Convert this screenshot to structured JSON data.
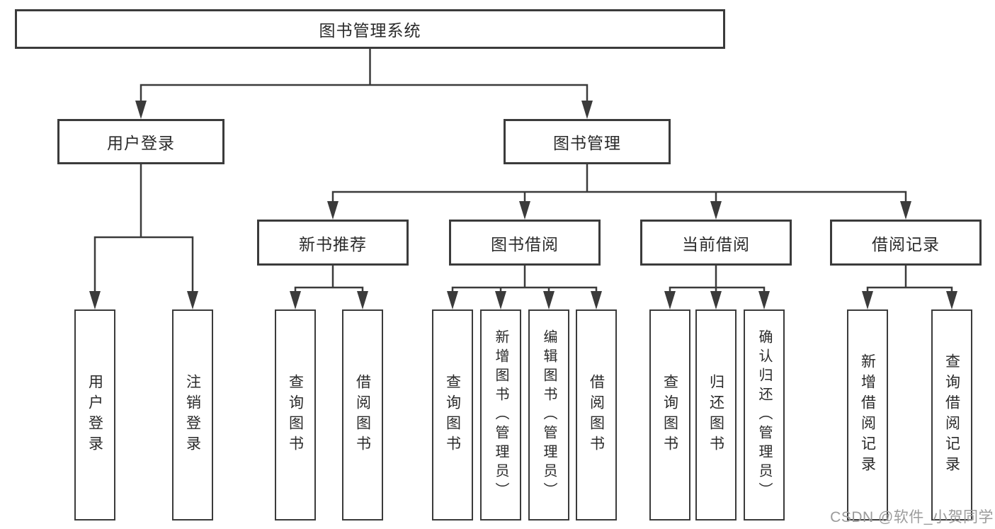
{
  "tree": {
    "label": "图书管理系统",
    "children": [
      {
        "label": "用户登录",
        "children": [
          {
            "label": "用户登录"
          },
          {
            "label": "注销登录"
          }
        ]
      },
      {
        "label": "图书管理",
        "children": [
          {
            "label": "新书推荐",
            "children": [
              {
                "label": "查询图书"
              },
              {
                "label": "借阅图书"
              }
            ]
          },
          {
            "label": "图书借阅",
            "children": [
              {
                "label": "查询图书"
              },
              {
                "label": "新增图书（管理员）"
              },
              {
                "label": "编辑图书（管理员）"
              },
              {
                "label": "借阅图书"
              }
            ]
          },
          {
            "label": "当前借阅",
            "children": [
              {
                "label": "查询图书"
              },
              {
                "label": "归还图书"
              },
              {
                "label": "确认归还（管理员）"
              }
            ]
          },
          {
            "label": "借阅记录",
            "children": [
              {
                "label": "新增借阅记录"
              },
              {
                "label": "查询借阅记录"
              }
            ]
          }
        ]
      }
    ]
  },
  "watermark": "CSDN @软件_小贺同学",
  "colors": {
    "line": "#3b3b3b",
    "text": "#2a2a2a",
    "background": "#ffffff",
    "watermark": "#9b9b9b"
  }
}
